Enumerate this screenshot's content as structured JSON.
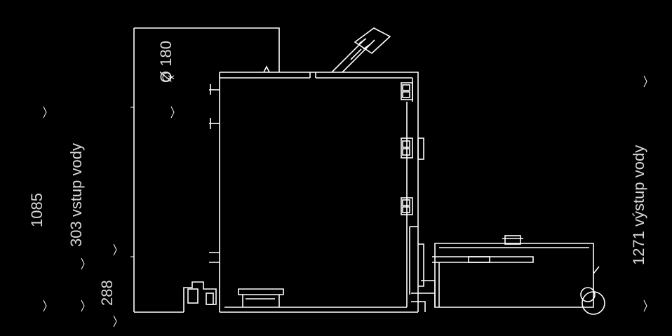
{
  "colors": {
    "background": "#000000",
    "line": "#ffffff",
    "text": "#d8d8d8"
  },
  "labels": {
    "dim_height": "1085",
    "dim_inlet": "303 vstup vody",
    "dim_base": "288",
    "dim_outlet": "1271 výstup vody",
    "dim_diameter": "Ø 180"
  }
}
